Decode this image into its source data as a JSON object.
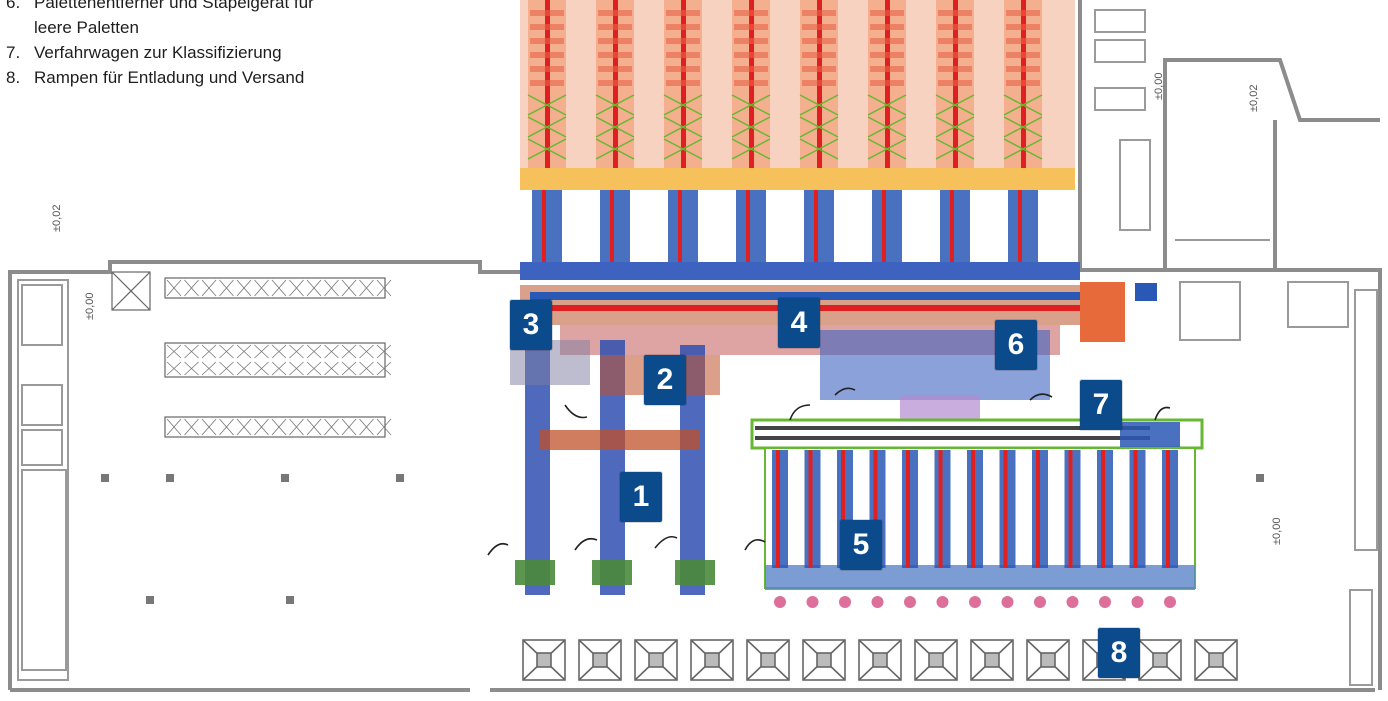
{
  "legend": {
    "items": [
      {
        "num": "6.",
        "text": "Palettenentferner und Stapelgerät für",
        "cont": "leere Paletten"
      },
      {
        "num": "7.",
        "text": "Verfahrwagen zur Klassifizierung"
      },
      {
        "num": "8.",
        "text": "Rampen für Entladung und Versand"
      }
    ]
  },
  "plan": {
    "level_labels": [
      "±0,02",
      "±0,00",
      "±0,00",
      "±0,02",
      "±0,00"
    ],
    "badges": [
      "1",
      "2",
      "3",
      "4",
      "5",
      "6",
      "7",
      "8"
    ]
  },
  "colors": {
    "badge": "#0b4b8c",
    "rack_orange": "#f2a07a",
    "rack_red": "#e02020",
    "conveyor_blue": "#2a58b5",
    "rail_green": "#66b832",
    "wall_gray": "#8c8c8c"
  }
}
